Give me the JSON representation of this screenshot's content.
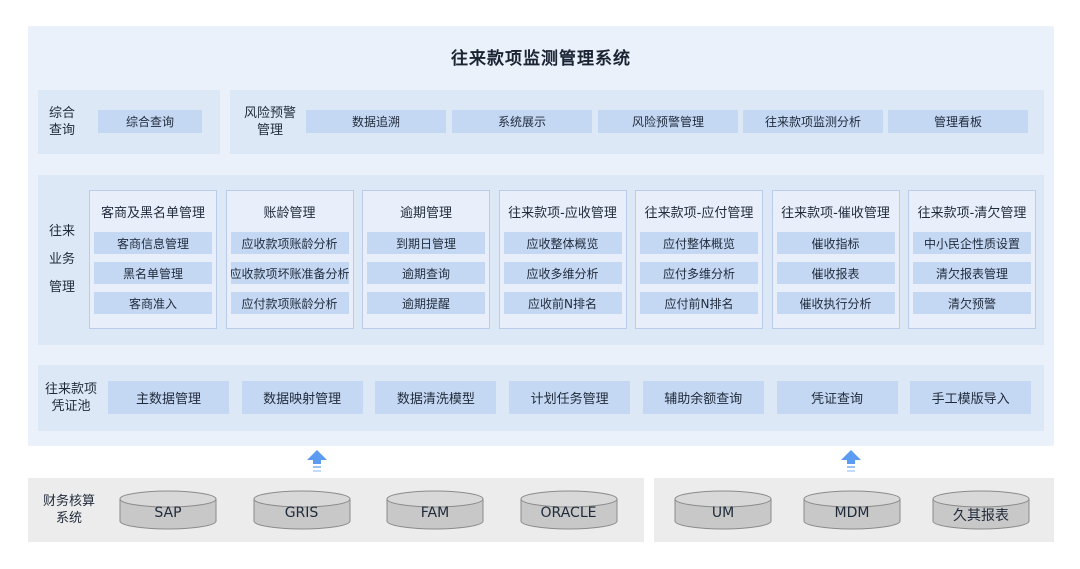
{
  "title": "往来款项监测管理系统",
  "query": {
    "label": "综合\n查询",
    "items": [
      "综合查询"
    ]
  },
  "risk": {
    "label": "风险预警\n管理",
    "items": [
      "数据追溯",
      "系统展示",
      "风险预警管理",
      "往来款项监测分析",
      "管理看板"
    ]
  },
  "business": {
    "label": "往来\n业务\n管理",
    "modules": [
      {
        "title": "客商及黑名单管理",
        "items": [
          "客商信息管理",
          "黑名单管理",
          "客商准入"
        ]
      },
      {
        "title": "账龄管理",
        "items": [
          "应收款项账龄分析",
          "应收款项坏账准备分析",
          "应付款项账龄分析"
        ]
      },
      {
        "title": "逾期管理",
        "items": [
          "到期日管理",
          "逾期查询",
          "逾期提醒"
        ]
      },
      {
        "title": "往来款项-应收管理",
        "items": [
          "应收整体概览",
          "应收多维分析",
          "应收前N排名"
        ]
      },
      {
        "title": "往来款项-应付管理",
        "items": [
          "应付整体概览",
          "应付多维分析",
          "应付前N排名"
        ]
      },
      {
        "title": "往来款项-催收管理",
        "items": [
          "催收指标",
          "催收报表",
          "催收执行分析"
        ]
      },
      {
        "title": "往来款项-清欠管理",
        "items": [
          "中小民企性质设置",
          "清欠报表管理",
          "清欠预警"
        ]
      }
    ]
  },
  "voucher": {
    "label": "往来款项\n凭证池",
    "items": [
      "主数据管理",
      "数据映射管理",
      "数据清洗模型",
      "计划任务管理",
      "辅助余额查询",
      "凭证查询",
      "手工模版导入"
    ]
  },
  "finance": {
    "label": "财务核算\n系统",
    "dbs": [
      "SAP",
      "GRIS",
      "FAM",
      "ORACLE"
    ]
  },
  "other": {
    "dbs": [
      "UM",
      "MDM",
      "久其报表"
    ]
  },
  "colors": {
    "panel": "#dde8f7",
    "chip": "#c5d8f3",
    "arrow": "#5b9bf2",
    "db": "#c8c8c8"
  }
}
